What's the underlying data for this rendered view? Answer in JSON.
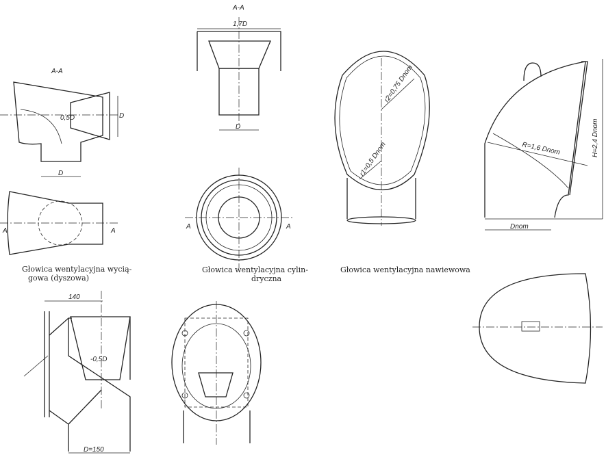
{
  "captions": {
    "extract_line1": "Głowica wentylacyjna wycią-",
    "extract_line2": "gowa (dyszowa)",
    "cyl_line1": "Głowica wentylacyjna cylin-",
    "cyl_line2": "dryczna",
    "supply": "Głowica wentylacyjna nawiewowa"
  },
  "labels": {
    "section_a": "A-A",
    "section_b": "A-A",
    "dim_17d": "1,7D",
    "dim_d_cyl": "D",
    "dim_05d": "0,5D",
    "dim_d_vert": "D",
    "dim_d_ext": "D",
    "mark_a1": "A",
    "mark_a2": "A",
    "mark_a3": "A",
    "mark_a4": "A",
    "r2": "r2=0,75 Dnom",
    "r1": "r1=0,5 Dnom",
    "R": "R=1,6 Dnom",
    "H": "H=2,4 Dnom",
    "dnom": "Dnom",
    "dim_140": "140",
    "dim_05d_b": "-0,5D",
    "dim_150": "D=150"
  }
}
